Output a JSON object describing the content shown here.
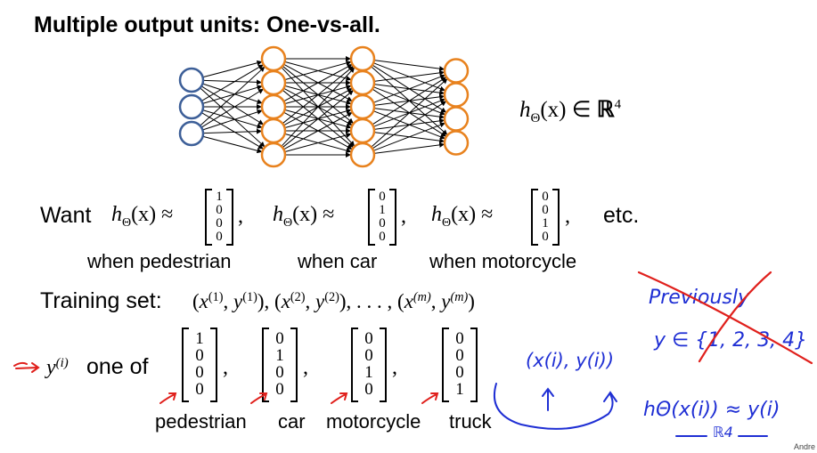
{
  "title": "Multiple output units: One-vs-all.",
  "hypothesis": {
    "lhs": "h",
    "sub": "Θ",
    "arg": "(x)",
    "in": "∈",
    "set": "ℝ",
    "exp": "4"
  },
  "want": {
    "word": "Want",
    "lhs": "h",
    "sub": "Θ",
    "arg": "(x) ≈",
    "vectors": [
      [
        "1",
        "0",
        "0",
        "0"
      ],
      [
        "0",
        "1",
        "0",
        "0"
      ],
      [
        "0",
        "0",
        "1",
        "0"
      ]
    ],
    "comma": ",",
    "etc": "etc.",
    "labels": [
      "when pedestrian",
      "when car",
      "when motorcycle"
    ]
  },
  "training": {
    "word": "Training set:",
    "formula": "(x(1), y(1)), (x(2), y(2)), . . . , (x(m), y(m))",
    "pairs": [
      "1",
      "2",
      "m"
    ]
  },
  "yone": {
    "var": "y",
    "sup": "(i)",
    "text": "one of",
    "vectors": [
      [
        "1",
        "0",
        "0",
        "0"
      ],
      [
        "0",
        "1",
        "0",
        "0"
      ],
      [
        "0",
        "0",
        "1",
        "0"
      ],
      [
        "0",
        "0",
        "0",
        "1"
      ]
    ],
    "comma": ",",
    "labels": [
      "pedestrian",
      "car",
      "motorcycle",
      "truck"
    ]
  },
  "annotations": {
    "previously": "Previously",
    "yset": "y ∈ {1, 2, 3, 4}",
    "xy": "(x(i), y(i))",
    "approx": "hΘ(x(i)) ≈ y(i)",
    "r4": "ℝ4"
  },
  "network": {
    "layers": [
      3,
      5,
      5,
      4
    ]
  },
  "colors": {
    "input_nodes": "#3d5f98",
    "hidden_nodes": "#e8821e",
    "annotation_blue": "#1f2fd4",
    "annotation_red": "#e0201c"
  },
  "credit": "Andre"
}
